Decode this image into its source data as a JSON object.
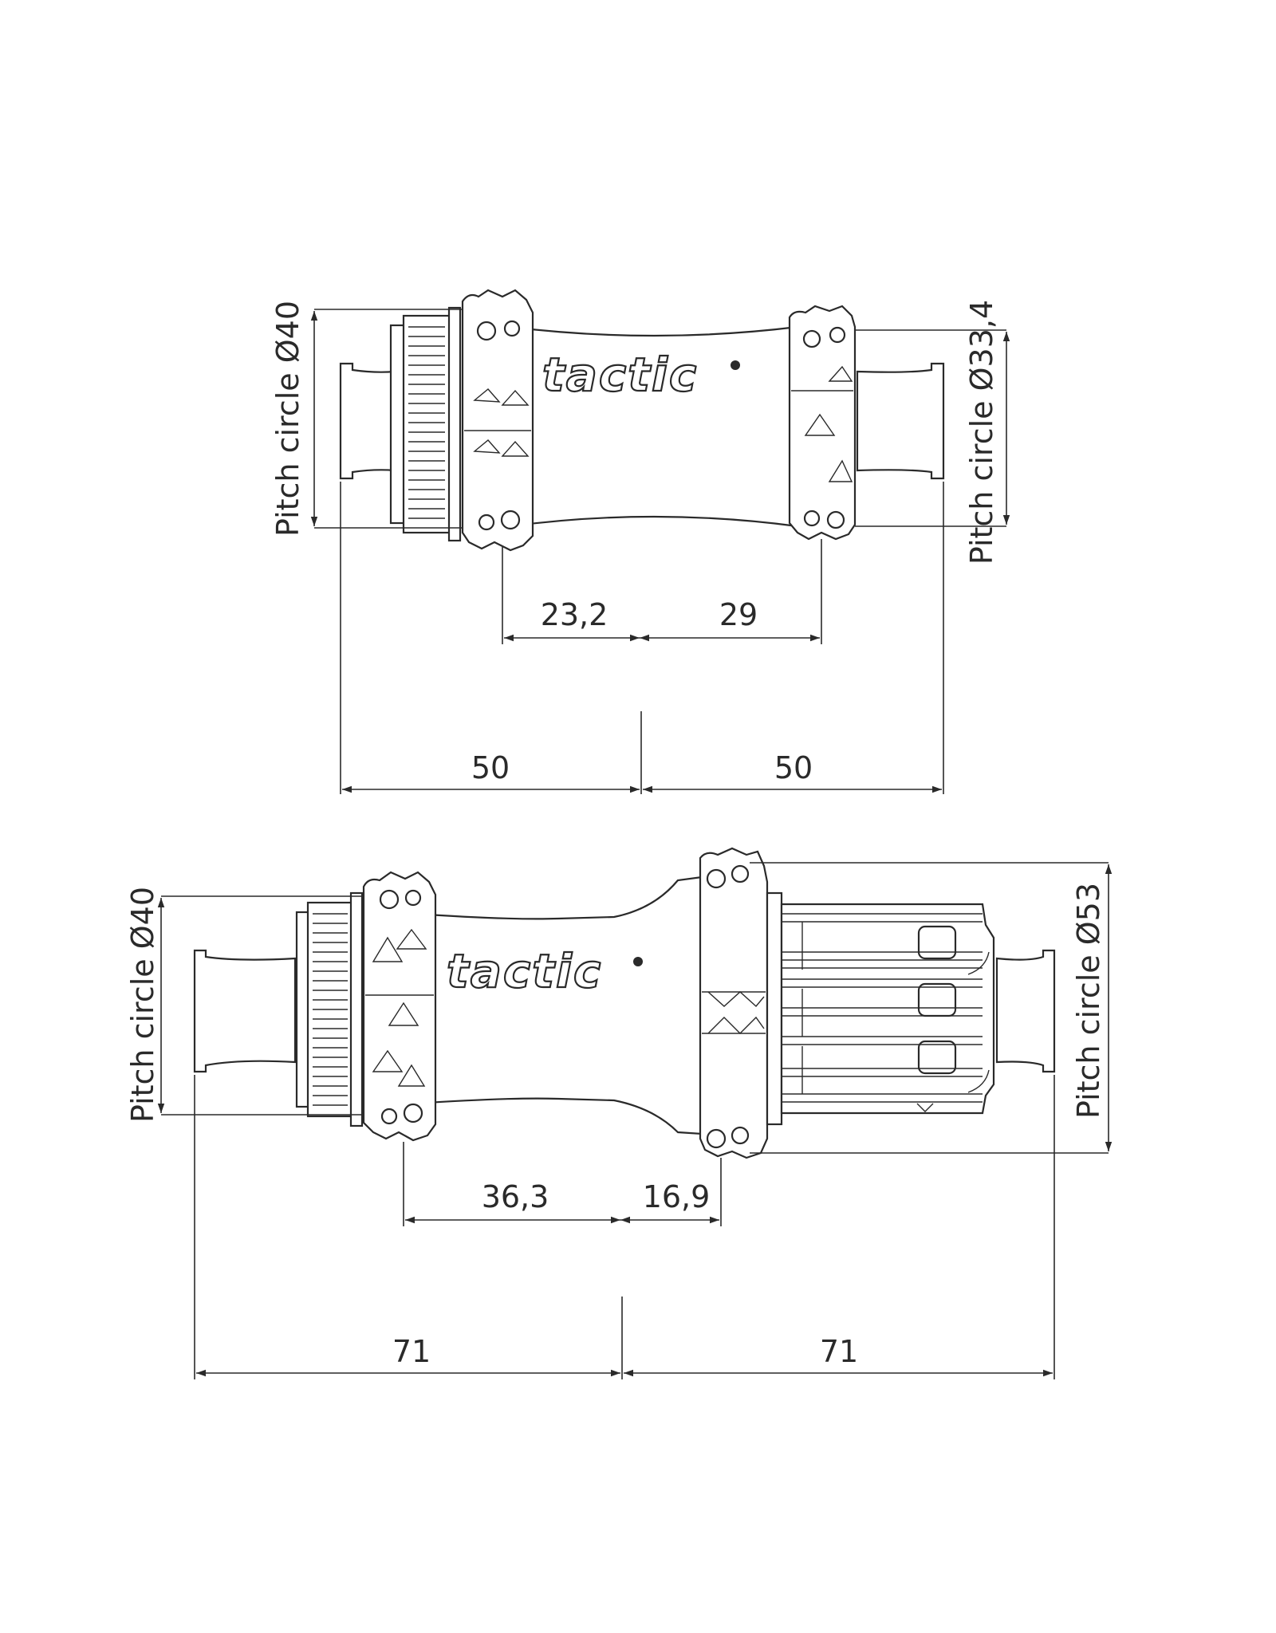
{
  "front_hub": {
    "brand": "tactic",
    "pitch_circle_left": "Pitch circle Ø40",
    "pitch_circle_right": "Pitch circle Ø33,4",
    "flange_left_to_center": "23,2",
    "flange_right_to_center": "29",
    "end_left_to_center": "50",
    "end_right_to_center": "50"
  },
  "rear_hub": {
    "brand": "tactic",
    "pitch_circle_left": "Pitch circle Ø40",
    "pitch_circle_right": "Pitch circle Ø53",
    "flange_left_to_center": "36,3",
    "flange_right_to_center": "16,9",
    "end_left_to_center": "71",
    "end_right_to_center": "71"
  }
}
